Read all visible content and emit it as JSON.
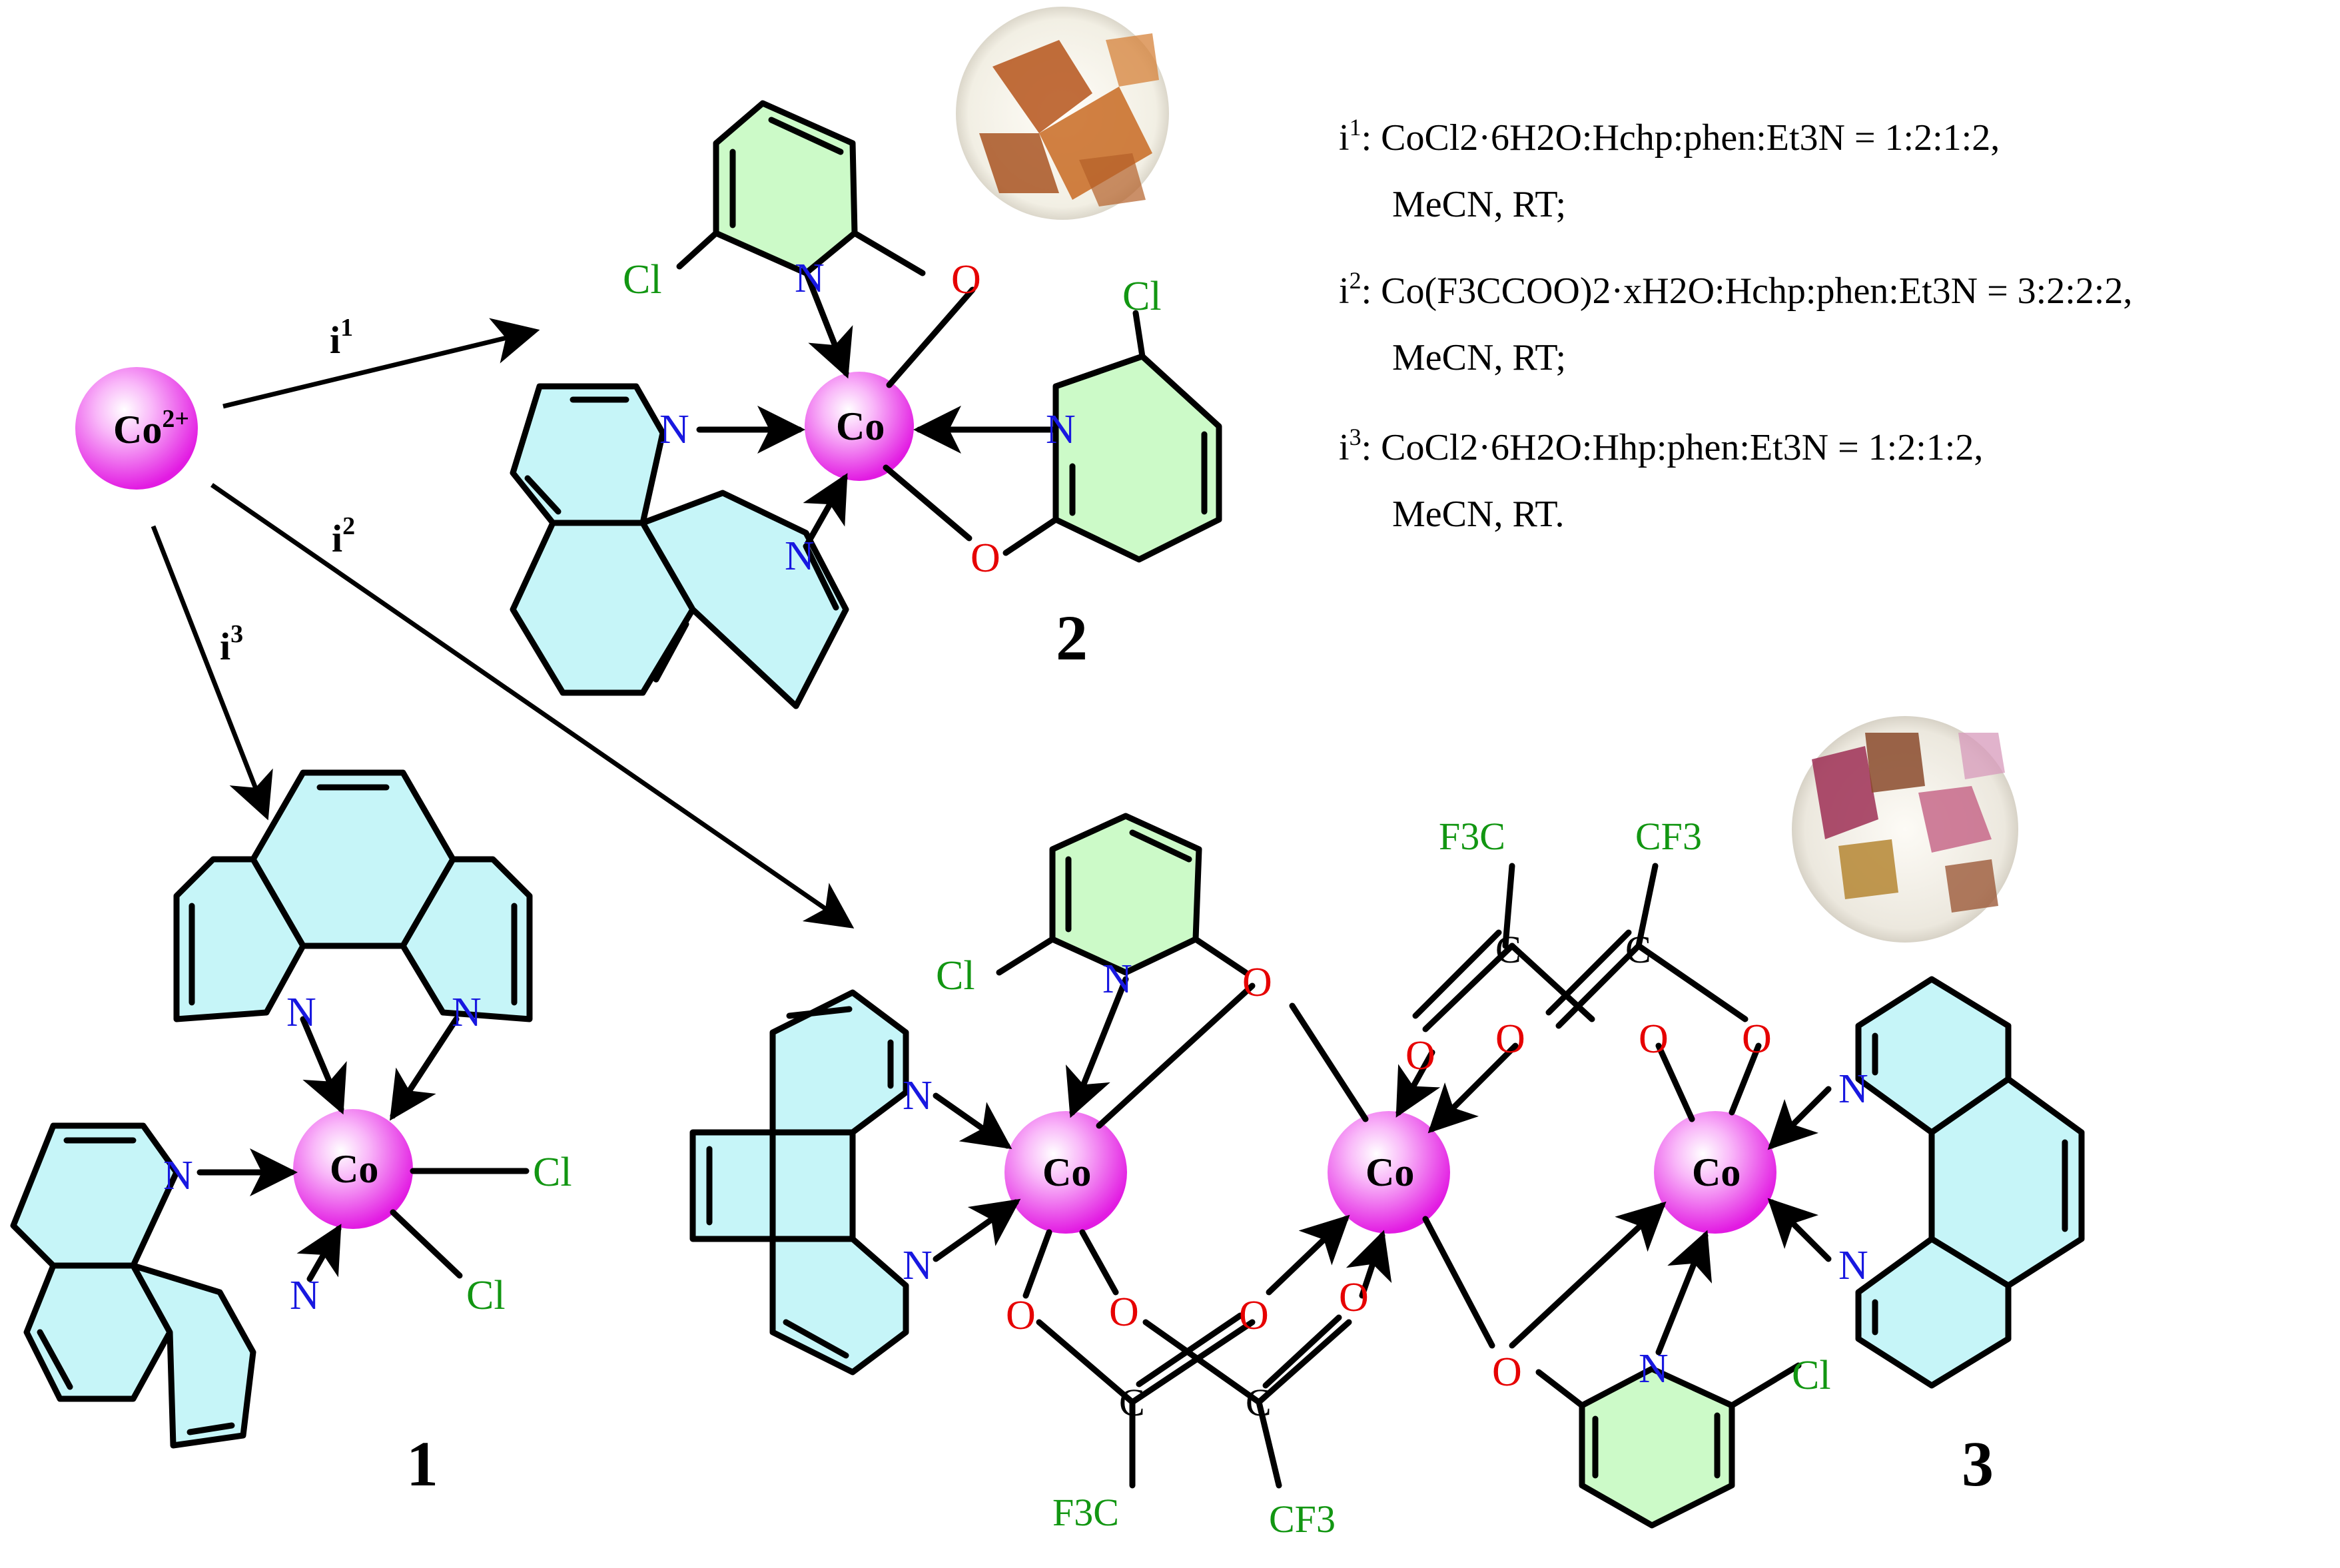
{
  "colors": {
    "cobalt_center": "#f03cf0",
    "phen_ring": "#c6f5f8",
    "pyridine_ring": "#ccfac8",
    "nitrogen": "#1818e0",
    "oxygen": "#e60000",
    "chlorine": "#129612"
  },
  "start": {
    "metal": "Co",
    "charge": "2+"
  },
  "steps": [
    {
      "id": "i",
      "sup": "1"
    },
    {
      "id": "i",
      "sup": "2"
    },
    {
      "id": "i",
      "sup": "3"
    }
  ],
  "atoms": {
    "co": "Co",
    "n": "N",
    "o": "O",
    "cl": "Cl",
    "c": "C",
    "f3c": "F3C",
    "cf3": "CF3"
  },
  "compounds": {
    "c1": "1",
    "c2": "2",
    "c3": "3"
  },
  "conditions": [
    {
      "label": "i",
      "sup": "1",
      "line1": "CoCl2·6H2O:Hchp:phen:Et3N = 1:2:1:2,",
      "line2": "MeCN, RT;"
    },
    {
      "label": "i",
      "sup": "2",
      "line1": "Co(F3CCOO)2·xH2O:Hchp:phen:Et3N = 3:2:2:2,",
      "line2": "MeCN, RT;"
    },
    {
      "label": "i",
      "sup": "3",
      "line1": "CoCl2·6H2O:Hhp:phen:Et3N = 1:2:1:2,",
      "line2": "MeCN, RT."
    }
  ]
}
